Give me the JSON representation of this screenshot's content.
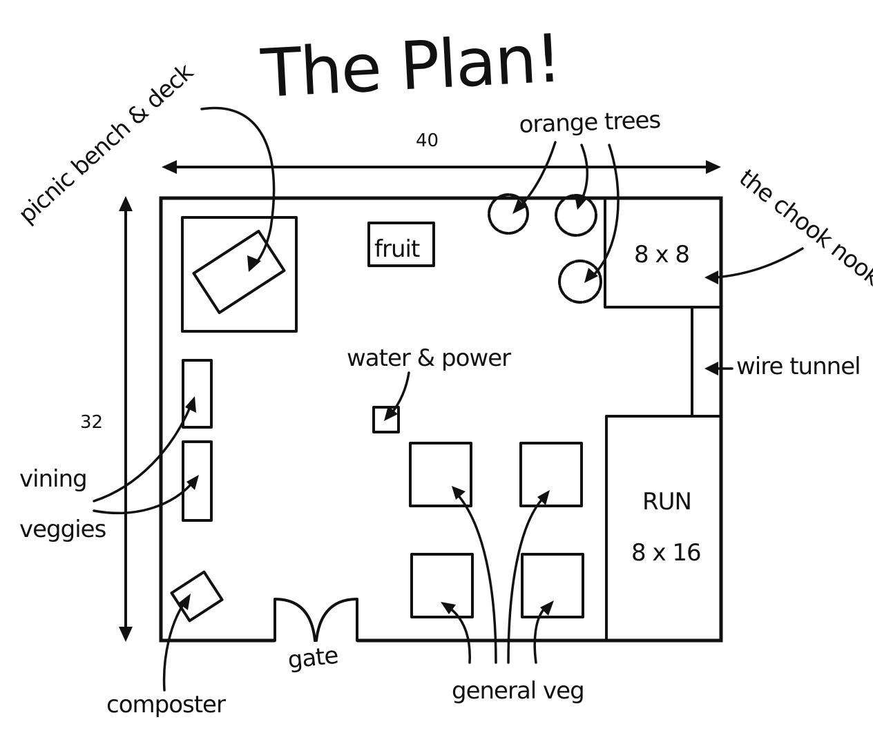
{
  "title": "The Plan!",
  "dimensions": {
    "width": "40",
    "height": "32"
  },
  "labels": {
    "picnic": "picnic bench & deck",
    "fruit": "fruit",
    "orange_trees": "orange trees",
    "chook_nook": "the chook nook",
    "chook_size": "8 x 8",
    "wire_tunnel": "wire tunnel",
    "water_power": "water & power",
    "vining_line1": "vining",
    "vining_line2": "veggies",
    "run": "RUN",
    "run_size": "8 x 16",
    "composter": "composter",
    "gate": "gate",
    "general_veg": "general veg"
  },
  "colors": {
    "ink": "#111111",
    "background": "#ffffff"
  }
}
